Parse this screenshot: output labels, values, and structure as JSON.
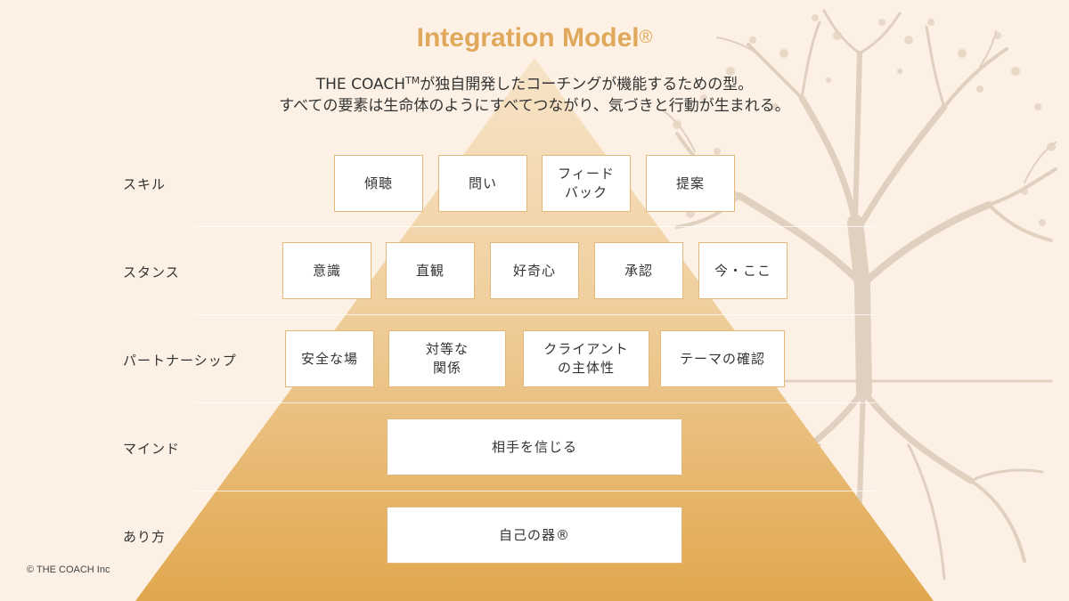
{
  "title": {
    "main": "Integration Model",
    "reg": "®"
  },
  "subtitle": {
    "line1_pre": "THE COACH",
    "line1_tm": "TM",
    "line1_post": "が独自開発したコーチングが機能するための型。",
    "line2": "すべての要素は生命体のようにすべてつながり、気づきと行動が生まれる。"
  },
  "rows": {
    "skill": {
      "label": "スキル",
      "items": [
        "傾聴",
        "問い",
        "フィード\nバック",
        "提案"
      ]
    },
    "stance": {
      "label": "スタンス",
      "items": [
        "意識",
        "直観",
        "好奇心",
        "承認",
        "今・ここ"
      ]
    },
    "partnership": {
      "label": "パートナーシップ",
      "items": [
        "安全な場",
        "対等な\n関係",
        "クライアント\nの主体性",
        "テーマの確認"
      ]
    },
    "mind": {
      "label": "マインド",
      "items": [
        "相手を信じる"
      ]
    },
    "being": {
      "label": "あり方",
      "items": [
        "自己の器®"
      ]
    }
  },
  "copyright": "© THE COACH Inc",
  "colors": {
    "background": "#fcf1e4",
    "title": "#e0a85a",
    "pyramid_top": "#f5dfc0",
    "pyramid_bottom": "#e2a950",
    "box_border": "#e3b878",
    "tree": "#d9c7b5"
  }
}
